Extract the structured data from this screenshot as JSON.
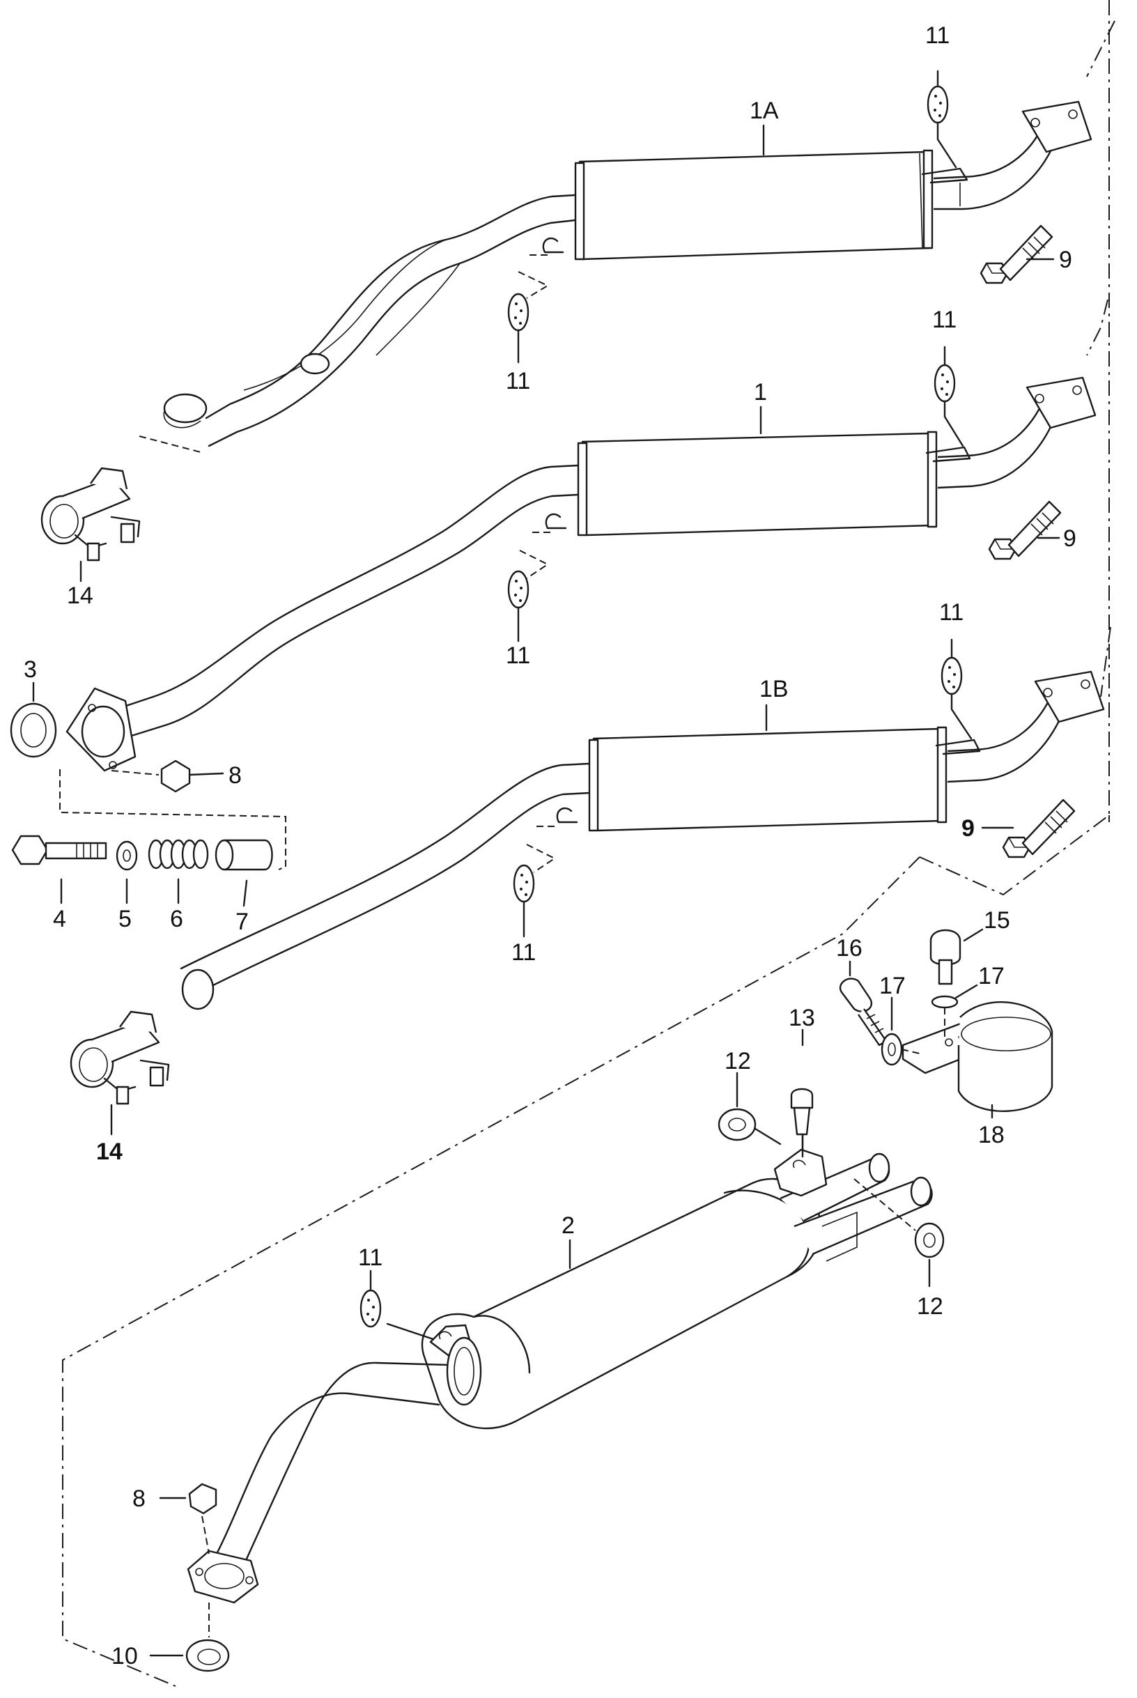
{
  "diagram": {
    "labels": {
      "l_1A": "1A",
      "l_11_top": "11",
      "l_11_a": "11",
      "l_9_a": "9",
      "l_1": "1",
      "l_11_b_top": "11",
      "l_11_b": "11",
      "l_9_b": "9",
      "l_14_a": "14",
      "l_3": "3",
      "l_8_a": "8",
      "l_4": "4",
      "l_5": "5",
      "l_6": "6",
      "l_7": "7",
      "l_1B": "1B",
      "l_11_c_top": "11",
      "l_11_c": "11",
      "l_9_c": "9",
      "l_14_b": "14",
      "l_15": "15",
      "l_16": "16",
      "l_17_a": "17",
      "l_17_b": "17",
      "l_13": "13",
      "l_12_a": "12",
      "l_18": "18",
      "l_2": "2",
      "l_11_d": "11",
      "l_12_b": "12",
      "l_8_b": "8",
      "l_10": "10"
    }
  }
}
